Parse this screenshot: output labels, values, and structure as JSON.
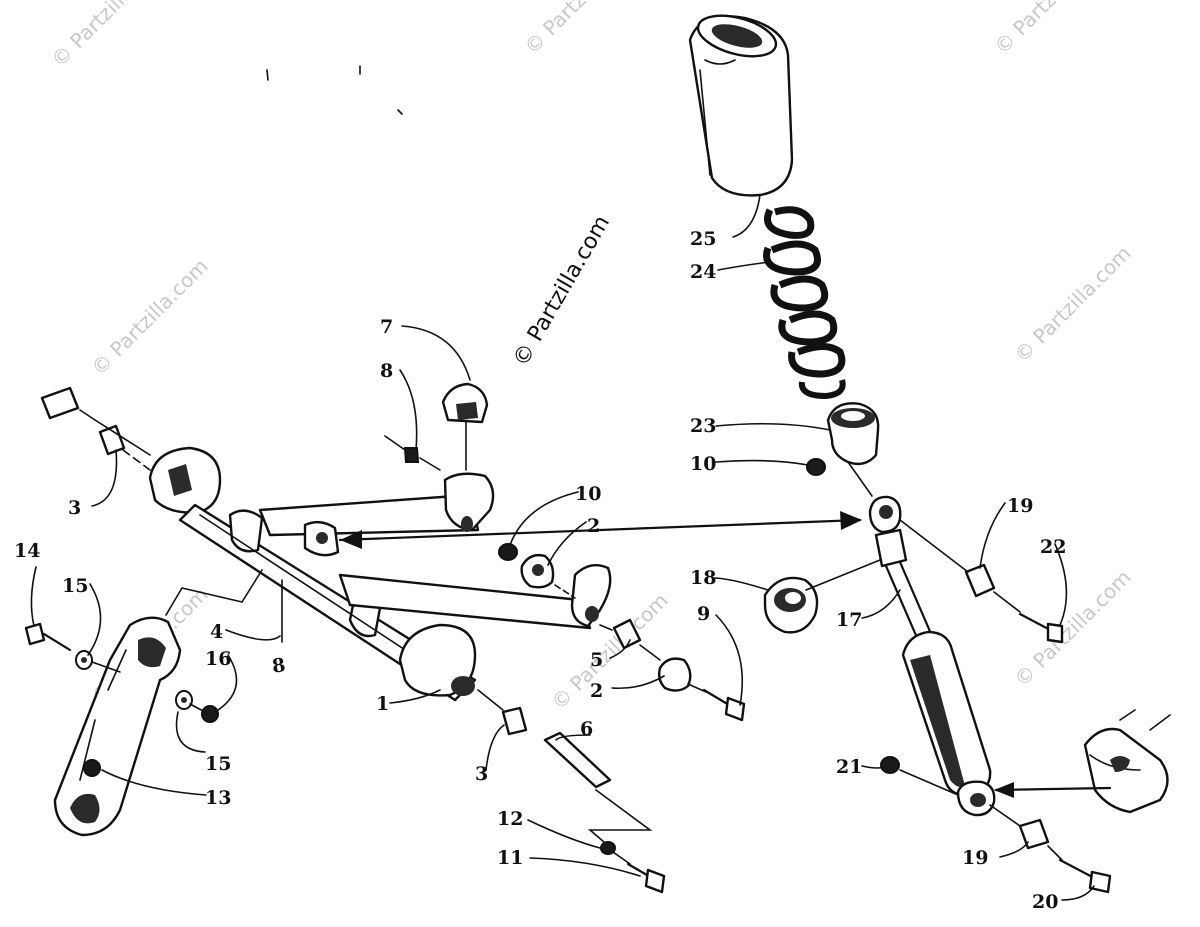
{
  "watermark": {
    "main": "© Partzilla.com",
    "faint": "© Partzilla.com"
  },
  "callouts": [
    {
      "id": "c25",
      "text": "25"
    },
    {
      "id": "c24",
      "text": "24"
    },
    {
      "id": "c7",
      "text": "7"
    },
    {
      "id": "c8a",
      "text": "8"
    },
    {
      "id": "c23",
      "text": "23"
    },
    {
      "id": "c10a",
      "text": "10"
    },
    {
      "id": "c3a",
      "text": "3"
    },
    {
      "id": "c10b",
      "text": "10"
    },
    {
      "id": "c2a",
      "text": "2"
    },
    {
      "id": "c19a",
      "text": "19"
    },
    {
      "id": "c22",
      "text": "22"
    },
    {
      "id": "c14",
      "text": "14"
    },
    {
      "id": "c15a",
      "text": "15"
    },
    {
      "id": "c18",
      "text": "18"
    },
    {
      "id": "c17",
      "text": "17"
    },
    {
      "id": "c9",
      "text": "9"
    },
    {
      "id": "c4",
      "text": "4"
    },
    {
      "id": "c8b",
      "text": "8"
    },
    {
      "id": "c16",
      "text": "16"
    },
    {
      "id": "c5",
      "text": "5"
    },
    {
      "id": "c2b",
      "text": "2"
    },
    {
      "id": "c1",
      "text": "1"
    },
    {
      "id": "c6",
      "text": "6"
    },
    {
      "id": "c15b",
      "text": "15"
    },
    {
      "id": "c21",
      "text": "21"
    },
    {
      "id": "c13",
      "text": "13"
    },
    {
      "id": "c3b",
      "text": "3"
    },
    {
      "id": "c12",
      "text": "12"
    },
    {
      "id": "c11",
      "text": "11"
    },
    {
      "id": "c19b",
      "text": "19"
    },
    {
      "id": "c20",
      "text": "20"
    }
  ]
}
